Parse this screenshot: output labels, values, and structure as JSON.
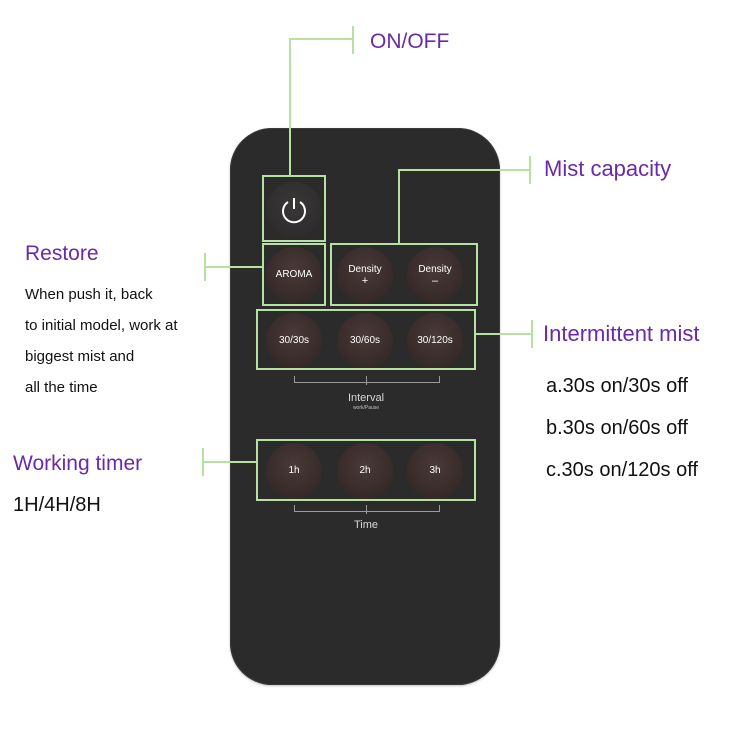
{
  "labels": {
    "on_off": "ON/OFF",
    "mist_capacity": "Mist capacity",
    "restore_title": "Restore",
    "restore_desc": [
      "When push it, back",
      "to initial model, work at",
      "biggest mist and",
      "all the time"
    ],
    "intermittent_title": "Intermittent mist",
    "intermittent_opts": [
      "a.30s on/30s off",
      "b.30s on/60s off",
      "c.30s on/120s off"
    ],
    "timer_title": "Working timer",
    "timer_opts": "1H/4H/8H"
  },
  "remote": {
    "aroma": "AROMA",
    "density_plus": {
      "label": "Density",
      "sign": "+"
    },
    "density_minus": {
      "label": "Density",
      "sign": "–"
    },
    "interval_buttons": [
      "30/30s",
      "30/60s",
      "30/120s"
    ],
    "interval_label": "Interval",
    "interval_sub": "work/Pause",
    "time_buttons": [
      "1h",
      "2h",
      "3h"
    ],
    "time_label": "Time"
  },
  "colors": {
    "callout_green": "#b6e2a1",
    "label_purple": "#6a2aa8",
    "remote_body": "#2b2b2b"
  }
}
